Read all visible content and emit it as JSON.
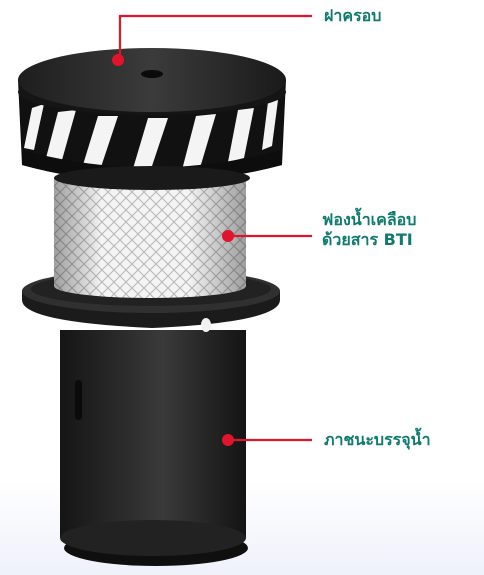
{
  "labels": {
    "lid": "ฝาครอบ",
    "sponge_line1": "ฟองน้ำเคลือบ",
    "sponge_line2": "ด้วยสาร BTI",
    "container": "ภาชนะบรรจุน้ำ"
  },
  "colors": {
    "label_text": "#0f7a6e",
    "leader_line": "#e0142a",
    "marker_dot": "#e0142a"
  }
}
